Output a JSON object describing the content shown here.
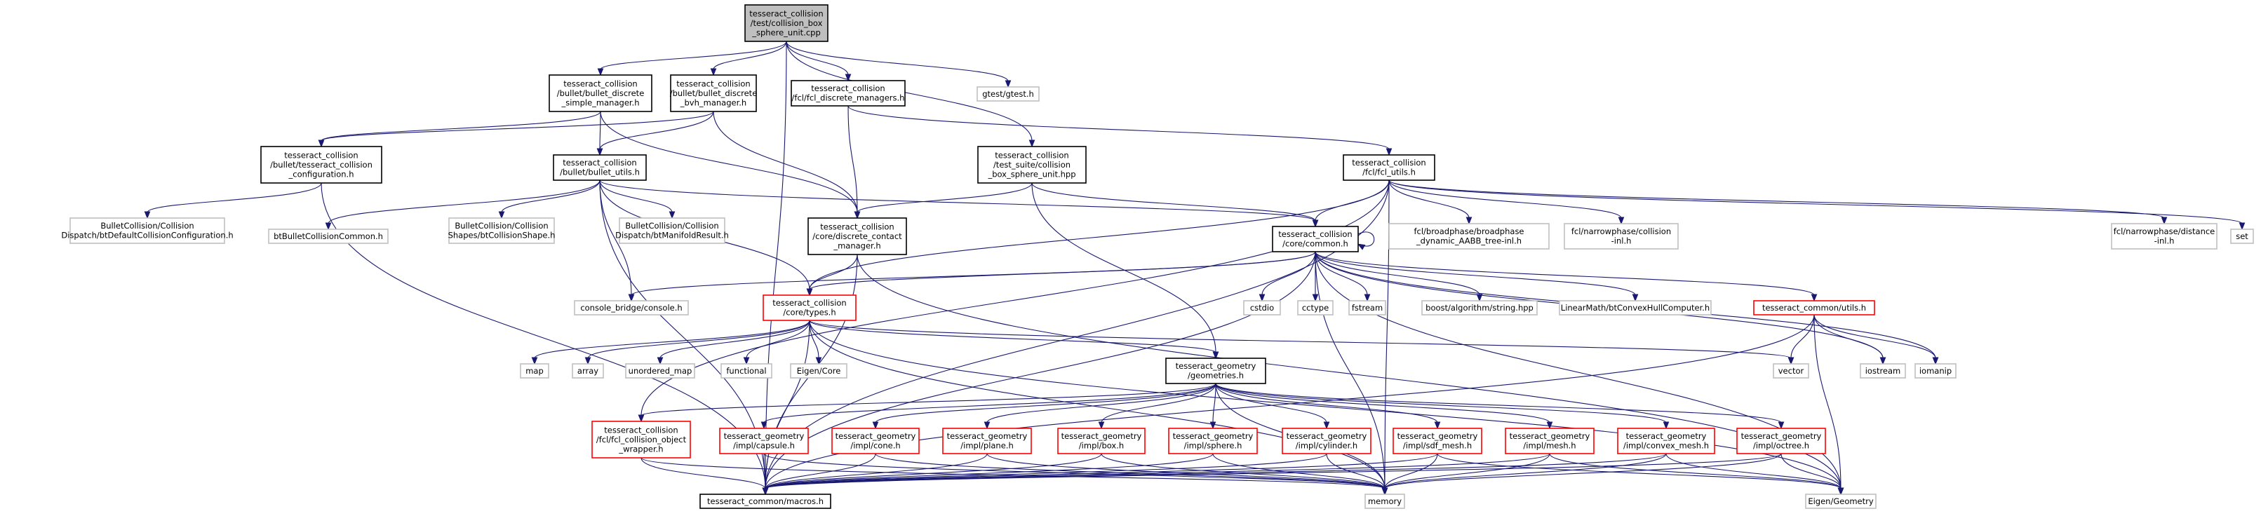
{
  "colors": {
    "root_fill": "#bfbfbf",
    "normal_border": "#000000",
    "external_border": "#bfbfbf",
    "missing_border": "#ff0000",
    "edge": "#191970"
  },
  "nodes": [
    {
      "id": "root",
      "lines": [
        "tesseract_collision",
        "/test/collision_box",
        "_sphere_unit.cpp"
      ],
      "style": "root"
    },
    {
      "id": "bdsm",
      "lines": [
        "tesseract_collision",
        "/bullet/bullet_discrete",
        "_simple_manager.h"
      ],
      "style": "normal"
    },
    {
      "id": "bdbm",
      "lines": [
        "tesseract_collision",
        "/bullet/bullet_discrete",
        "_bvh_manager.h"
      ],
      "style": "normal"
    },
    {
      "id": "fdm",
      "lines": [
        "tesseract_collision",
        "/fcl/fcl_discrete_managers.h"
      ],
      "style": "normal"
    },
    {
      "id": "gtest",
      "lines": [
        "gtest/gtest.h"
      ],
      "style": "external"
    },
    {
      "id": "tcc",
      "lines": [
        "tesseract_collision",
        "/bullet/tesseract_collision",
        "_configuration.h"
      ],
      "style": "normal"
    },
    {
      "id": "bu",
      "lines": [
        "tesseract_collision",
        "/bullet/bullet_utils.h"
      ],
      "style": "normal"
    },
    {
      "id": "tsh",
      "lines": [
        "tesseract_collision",
        "/test_suite/collision",
        "_box_sphere_unit.hpp"
      ],
      "style": "normal"
    },
    {
      "id": "fu",
      "lines": [
        "tesseract_collision",
        "/fcl/fcl_utils.h"
      ],
      "style": "normal"
    },
    {
      "id": "bdcfg",
      "lines": [
        "BulletCollision/Collision",
        "Dispatch/btDefaultCollisionConfiguration.h"
      ],
      "style": "external"
    },
    {
      "id": "btcc",
      "lines": [
        "btBulletCollisionCommon.h"
      ],
      "style": "external"
    },
    {
      "id": "btcs",
      "lines": [
        "BulletCollision/Collision",
        "Shapes/btCollisionShape.h"
      ],
      "style": "external"
    },
    {
      "id": "btmr",
      "lines": [
        "BulletCollision/Collision",
        "Dispatch/btManifoldResult.h"
      ],
      "style": "external"
    },
    {
      "id": "dcm",
      "lines": [
        "tesseract_collision",
        "/core/discrete_contact",
        "_manager.h"
      ],
      "style": "normal"
    },
    {
      "id": "common",
      "lines": [
        "tesseract_collision",
        "/core/common.h"
      ],
      "style": "normal"
    },
    {
      "id": "fclbp",
      "lines": [
        "fcl/broadphase/broadphase",
        "_dynamic_AABB_tree-inl.h"
      ],
      "style": "external"
    },
    {
      "id": "fclnc",
      "lines": [
        "fcl/narrowphase/collision",
        "-inl.h"
      ],
      "style": "external"
    },
    {
      "id": "fclnd",
      "lines": [
        "fcl/narrowphase/distance",
        "-inl.h"
      ],
      "style": "external"
    },
    {
      "id": "set",
      "lines": [
        "set"
      ],
      "style": "external"
    },
    {
      "id": "cb",
      "lines": [
        "console_bridge/console.h"
      ],
      "style": "external"
    },
    {
      "id": "types",
      "lines": [
        "tesseract_collision",
        "/core/types.h"
      ],
      "style": "missing"
    },
    {
      "id": "cstdio",
      "lines": [
        "cstdio"
      ],
      "style": "external"
    },
    {
      "id": "cctype",
      "lines": [
        "cctype"
      ],
      "style": "external"
    },
    {
      "id": "fstream",
      "lines": [
        "fstream"
      ],
      "style": "external"
    },
    {
      "id": "boostalg",
      "lines": [
        "boost/algorithm/string.hpp"
      ],
      "style": "external"
    },
    {
      "id": "btch",
      "lines": [
        "LinearMath/btConvexHullComputer.h"
      ],
      "style": "external"
    },
    {
      "id": "cutils",
      "lines": [
        "tesseract_common/utils.h"
      ],
      "style": "missing"
    },
    {
      "id": "map",
      "lines": [
        "map"
      ],
      "style": "external"
    },
    {
      "id": "array",
      "lines": [
        "array"
      ],
      "style": "external"
    },
    {
      "id": "umap",
      "lines": [
        "unordered_map"
      ],
      "style": "external"
    },
    {
      "id": "functional",
      "lines": [
        "functional"
      ],
      "style": "external"
    },
    {
      "id": "eigcore",
      "lines": [
        "Eigen/Core"
      ],
      "style": "external"
    },
    {
      "id": "geoms",
      "lines": [
        "tesseract_geometry",
        "/geometries.h"
      ],
      "style": "normal"
    },
    {
      "id": "vector",
      "lines": [
        "vector"
      ],
      "style": "external"
    },
    {
      "id": "iostream",
      "lines": [
        "iostream"
      ],
      "style": "external"
    },
    {
      "id": "iomanip",
      "lines": [
        "iomanip"
      ],
      "style": "external"
    },
    {
      "id": "fcow",
      "lines": [
        "tesseract_collision",
        "/fcl/fcl_collision_object",
        "_wrapper.h"
      ],
      "style": "missing"
    },
    {
      "id": "capsule",
      "lines": [
        "tesseract_geometry",
        "/impl/capsule.h"
      ],
      "style": "missing"
    },
    {
      "id": "cone",
      "lines": [
        "tesseract_geometry",
        "/impl/cone.h"
      ],
      "style": "missing"
    },
    {
      "id": "plane",
      "lines": [
        "tesseract_geometry",
        "/impl/plane.h"
      ],
      "style": "missing"
    },
    {
      "id": "box",
      "lines": [
        "tesseract_geometry",
        "/impl/box.h"
      ],
      "style": "missing"
    },
    {
      "id": "sphere",
      "lines": [
        "tesseract_geometry",
        "/impl/sphere.h"
      ],
      "style": "missing"
    },
    {
      "id": "cylinder",
      "lines": [
        "tesseract_geometry",
        "/impl/cylinder.h"
      ],
      "style": "missing"
    },
    {
      "id": "sdfmesh",
      "lines": [
        "tesseract_geometry",
        "/impl/sdf_mesh.h"
      ],
      "style": "missing"
    },
    {
      "id": "mesh",
      "lines": [
        "tesseract_geometry",
        "/impl/mesh.h"
      ],
      "style": "missing"
    },
    {
      "id": "cmesh",
      "lines": [
        "tesseract_geometry",
        "/impl/convex_mesh.h"
      ],
      "style": "missing"
    },
    {
      "id": "octree",
      "lines": [
        "tesseract_geometry",
        "/impl/octree.h"
      ],
      "style": "missing"
    },
    {
      "id": "macros",
      "lines": [
        "tesseract_common/macros.h"
      ],
      "style": "normal"
    },
    {
      "id": "memory",
      "lines": [
        "memory"
      ],
      "style": "external"
    },
    {
      "id": "eiggeo",
      "lines": [
        "Eigen/Geometry"
      ],
      "style": "external"
    }
  ],
  "edges": [
    [
      "root",
      "bdsm"
    ],
    [
      "root",
      "bdbm"
    ],
    [
      "root",
      "fdm"
    ],
    [
      "root",
      "gtest"
    ],
    [
      "root",
      "tsh"
    ],
    [
      "root",
      "macros"
    ],
    [
      "bdsm",
      "tcc"
    ],
    [
      "bdsm",
      "bu"
    ],
    [
      "bdsm",
      "dcm"
    ],
    [
      "bdbm",
      "tcc"
    ],
    [
      "bdbm",
      "bu"
    ],
    [
      "bdbm",
      "dcm"
    ],
    [
      "fdm",
      "dcm"
    ],
    [
      "fdm",
      "fu"
    ],
    [
      "tcc",
      "bdcfg"
    ],
    [
      "tcc",
      "macros"
    ],
    [
      "bu",
      "btcc"
    ],
    [
      "bu",
      "btcs"
    ],
    [
      "bu",
      "btmr"
    ],
    [
      "bu",
      "cb"
    ],
    [
      "bu",
      "types"
    ],
    [
      "bu",
      "common"
    ],
    [
      "bu",
      "macros"
    ],
    [
      "tsh",
      "dcm"
    ],
    [
      "tsh",
      "common"
    ],
    [
      "tsh",
      "geoms"
    ],
    [
      "fu",
      "fclbp"
    ],
    [
      "fu",
      "fclnc"
    ],
    [
      "fu",
      "fclnd"
    ],
    [
      "fu",
      "set"
    ],
    [
      "fu",
      "common"
    ],
    [
      "fu",
      "types"
    ],
    [
      "fu",
      "fcow"
    ],
    [
      "fu",
      "memory"
    ],
    [
      "fu",
      "macros"
    ],
    [
      "dcm",
      "types"
    ],
    [
      "dcm",
      "macros"
    ],
    [
      "dcm",
      "eiggeo"
    ],
    [
      "common",
      "common"
    ],
    [
      "common",
      "cb"
    ],
    [
      "common",
      "types"
    ],
    [
      "common",
      "cstdio"
    ],
    [
      "common",
      "cctype"
    ],
    [
      "common",
      "fstream"
    ],
    [
      "common",
      "boostalg"
    ],
    [
      "common",
      "btch"
    ],
    [
      "common",
      "cutils"
    ],
    [
      "common",
      "iostream"
    ],
    [
      "common",
      "iomanip"
    ],
    [
      "common",
      "eiggeo"
    ],
    [
      "common",
      "macros"
    ],
    [
      "common",
      "memory"
    ],
    [
      "types",
      "map"
    ],
    [
      "types",
      "array"
    ],
    [
      "types",
      "umap"
    ],
    [
      "types",
      "functional"
    ],
    [
      "types",
      "eigcore"
    ],
    [
      "types",
      "geoms"
    ],
    [
      "types",
      "vector"
    ],
    [
      "types",
      "memory"
    ],
    [
      "types",
      "macros"
    ],
    [
      "types",
      "eiggeo"
    ],
    [
      "cutils",
      "vector"
    ],
    [
      "cutils",
      "iostream"
    ],
    [
      "cutils",
      "iomanip"
    ],
    [
      "cutils",
      "eiggeo"
    ],
    [
      "cutils",
      "macros"
    ],
    [
      "geoms",
      "fcow"
    ],
    [
      "geoms",
      "capsule"
    ],
    [
      "geoms",
      "cone"
    ],
    [
      "geoms",
      "plane"
    ],
    [
      "geoms",
      "box"
    ],
    [
      "geoms",
      "sphere"
    ],
    [
      "geoms",
      "cylinder"
    ],
    [
      "geoms",
      "sdfmesh"
    ],
    [
      "geoms",
      "mesh"
    ],
    [
      "geoms",
      "cmesh"
    ],
    [
      "geoms",
      "octree"
    ],
    [
      "geoms",
      "memory"
    ],
    [
      "fcow",
      "macros"
    ],
    [
      "fcow",
      "memory"
    ],
    [
      "capsule",
      "macros"
    ],
    [
      "capsule",
      "memory"
    ],
    [
      "cone",
      "macros"
    ],
    [
      "cone",
      "memory"
    ],
    [
      "plane",
      "macros"
    ],
    [
      "plane",
      "memory"
    ],
    [
      "box",
      "macros"
    ],
    [
      "box",
      "memory"
    ],
    [
      "sphere",
      "macros"
    ],
    [
      "sphere",
      "memory"
    ],
    [
      "cylinder",
      "macros"
    ],
    [
      "cylinder",
      "memory"
    ],
    [
      "sdfmesh",
      "macros"
    ],
    [
      "sdfmesh",
      "memory"
    ],
    [
      "sdfmesh",
      "eiggeo"
    ],
    [
      "mesh",
      "macros"
    ],
    [
      "mesh",
      "memory"
    ],
    [
      "mesh",
      "eiggeo"
    ],
    [
      "cmesh",
      "macros"
    ],
    [
      "cmesh",
      "memory"
    ],
    [
      "cmesh",
      "eiggeo"
    ],
    [
      "octree",
      "macros"
    ],
    [
      "octree",
      "memory"
    ],
    [
      "octree",
      "eiggeo"
    ]
  ]
}
